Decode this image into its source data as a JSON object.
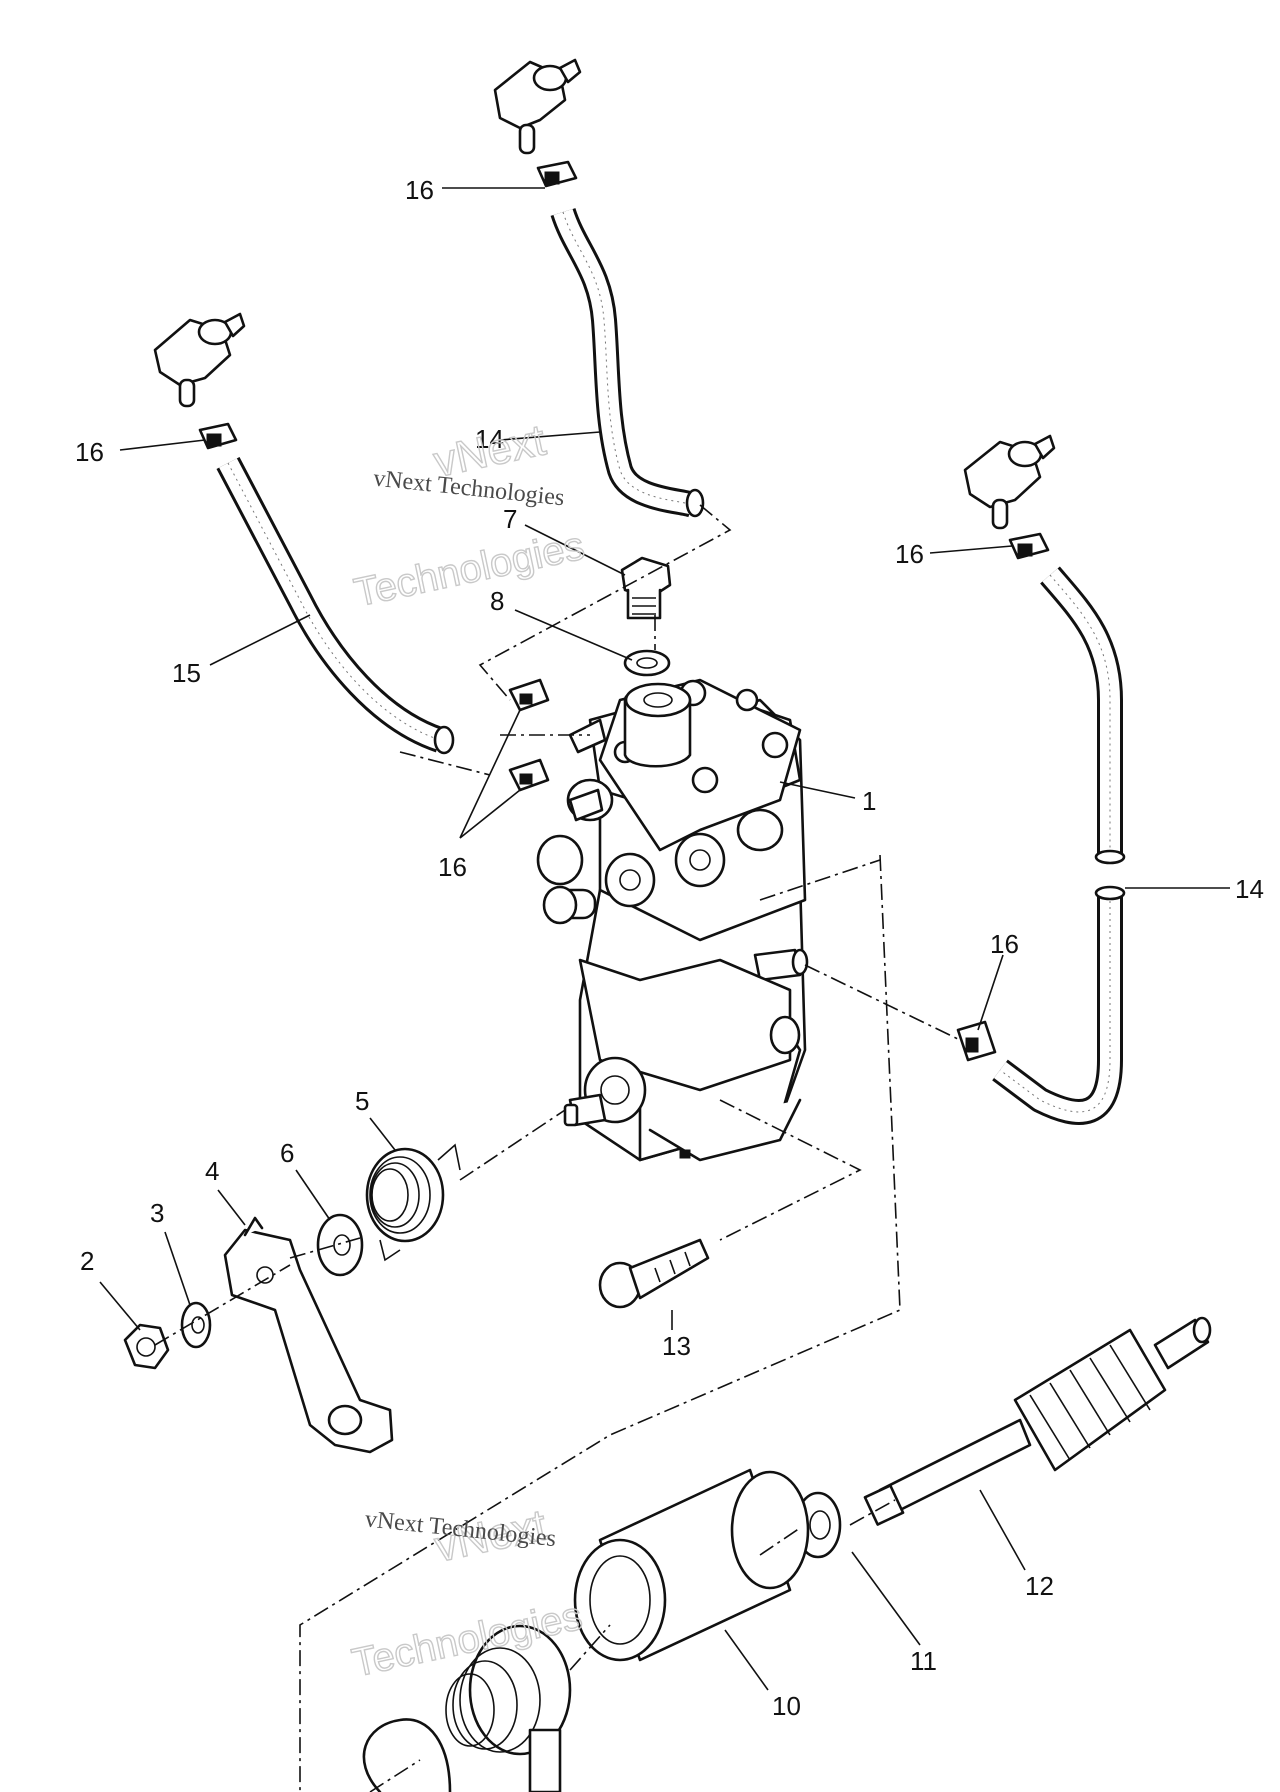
{
  "labels": {
    "l1": "1",
    "l2": "2",
    "l3": "3",
    "l4": "4",
    "l5": "5",
    "l6": "6",
    "l7": "7",
    "l8": "8",
    "l10": "10",
    "l11": "11",
    "l12": "12",
    "l13": "13",
    "l14a": "14",
    "l14b": "14",
    "l15": "15",
    "l16a": "16",
    "l16b": "16",
    "l16c": "16",
    "l16d": "16",
    "l16e": "16"
  },
  "watermark": {
    "line1": "vNext",
    "line2": "vNext Technologies",
    "line3": "Technologies"
  }
}
